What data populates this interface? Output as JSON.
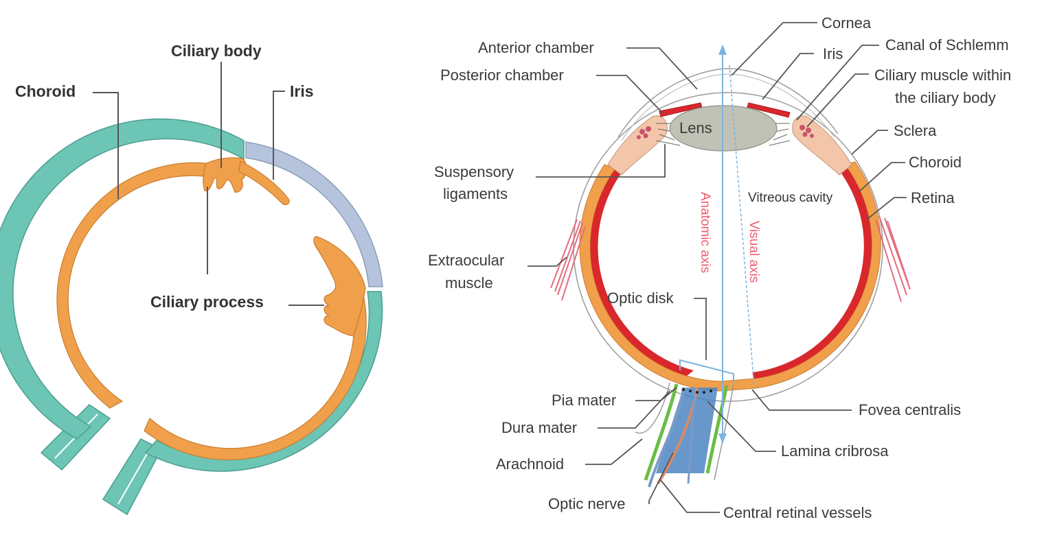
{
  "colors": {
    "sclera_teal": "#6cc5b5",
    "iris_blue": "#b5c4dc",
    "choroid_orange": "#f0a04b",
    "retina_red": "#d9282c",
    "lens_gray": "#bfc2b5",
    "ciliary_pink": "#f3c6aa",
    "axis_blue": "#7db3dc",
    "axis_label_red": "#ef5b6c",
    "leader_line": "#555555",
    "nerve_blue": "#4d86c2",
    "dura_green": "#6bbd45"
  },
  "left_diagram": {
    "labels": {
      "ciliary_body": "Ciliary body",
      "choroid": "Choroid",
      "iris": "Iris",
      "ciliary_process": "Ciliary process"
    }
  },
  "right_diagram": {
    "labels": {
      "cornea": "Cornea",
      "anterior_chamber": "Anterior chamber",
      "iris": "Iris",
      "canal_of_schlemm": "Canal of Schlemm",
      "posterior_chamber": "Posterior chamber",
      "ciliary_muscle_1": "Ciliary muscle within",
      "ciliary_muscle_2": "the ciliary body",
      "lens": "Lens",
      "sclera": "Sclera",
      "suspensory_1": "Suspensory",
      "suspensory_2": "ligaments",
      "choroid": "Choroid",
      "vitreous_cavity": "Vitreous cavity",
      "retina": "Retina",
      "anatomic_axis": "Anatomic axis",
      "visual_axis": "Visual axis",
      "extraocular_1": "Extraocular",
      "extraocular_2": "muscle",
      "optic_disk": "Optic disk",
      "pia_mater": "Pia mater",
      "fovea_centralis": "Fovea centralis",
      "dura_mater": "Dura mater",
      "lamina_cribrosa": "Lamina cribrosa",
      "arachnoid": "Arachnoid",
      "optic_nerve": "Optic nerve",
      "central_retinal_vessels": "Central retinal vessels"
    }
  }
}
